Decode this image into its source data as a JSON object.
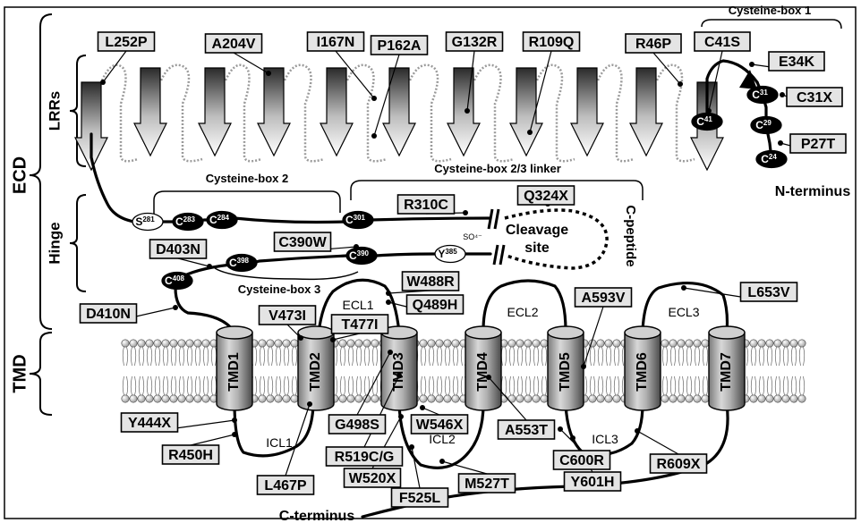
{
  "domains": {
    "ecd": "ECD",
    "lrrs": "LRRs",
    "hinge": "Hinge",
    "tmd": "TMD"
  },
  "labels": {
    "cbox1": "Cysteine-box 1",
    "cbox2": "Cysteine-box 2",
    "cbox23": "Cysteine-box 2/3 linker",
    "cbox3": "Cysteine-box 3",
    "n_terminus": "N-terminus",
    "c_terminus": "C-terminus",
    "cleavage1": "Cleavage",
    "cleavage2": "site",
    "c_peptide": "C-peptide",
    "sulfate": "SO⁴⁻",
    "ecl1": "ECL1",
    "ecl2": "ECL2",
    "ecl3": "ECL3",
    "icl1": "ICL1",
    "icl2": "ICL2",
    "icl3": "ICL3"
  },
  "cysteines": [
    {
      "base": "C",
      "sup": "24"
    },
    {
      "base": "C",
      "sup": "29"
    },
    {
      "base": "C",
      "sup": "31"
    },
    {
      "base": "C",
      "sup": "41"
    },
    {
      "base": "S",
      "sup": "281"
    },
    {
      "base": "C",
      "sup": "283"
    },
    {
      "base": "C",
      "sup": "284"
    },
    {
      "base": "C",
      "sup": "301"
    },
    {
      "base": "C",
      "sup": "390"
    },
    {
      "base": "C",
      "sup": "398"
    },
    {
      "base": "C",
      "sup": "408"
    },
    {
      "base": "Y",
      "sup": "385"
    }
  ],
  "helices": [
    "TMD1",
    "TMD2",
    "TMD3",
    "TMD4",
    "TMD5",
    "TMD6",
    "TMD7"
  ],
  "mutations": [
    "L252P",
    "A204V",
    "I167N",
    "P162A",
    "G132R",
    "R109Q",
    "R46P",
    "C41S",
    "E34K",
    "C31X",
    "P27T",
    "R310C",
    "Q324X",
    "D403N",
    "C390W",
    "W488R",
    "Q489H",
    "D410N",
    "V473I",
    "T477I",
    "A593V",
    "L653V",
    "Y444X",
    "R450H",
    "G498S",
    "W546X",
    "A553T",
    "C600R",
    "R519C/G",
    "W520X",
    "M527T",
    "Y601H",
    "R609X",
    "L467P",
    "F525L"
  ]
}
